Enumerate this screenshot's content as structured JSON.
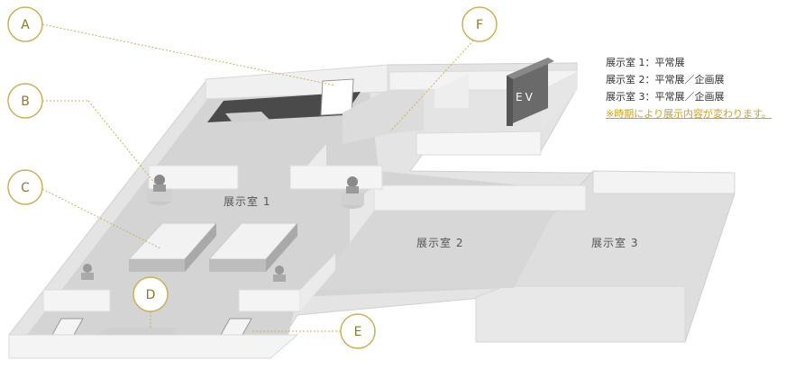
{
  "map": {
    "rooms": {
      "room1": "展示室 1",
      "room2": "展示室 2",
      "room3": "展示室 3",
      "elevator": "EV"
    },
    "markers": [
      "A",
      "B",
      "C",
      "D",
      "E",
      "F"
    ]
  },
  "legend": {
    "lines": [
      "展示室 1：平常展",
      "展示室 2：平常展／企画展",
      "展示室 3：平常展／企画展"
    ],
    "note": "※時期により展示内容が変わります。"
  },
  "colors": {
    "marker_stroke": "#c9b25a",
    "marker_text": "#8a7a2e",
    "note": "#c9a227",
    "floor": "#d9d9d9",
    "wall": "#f2f2f2"
  }
}
